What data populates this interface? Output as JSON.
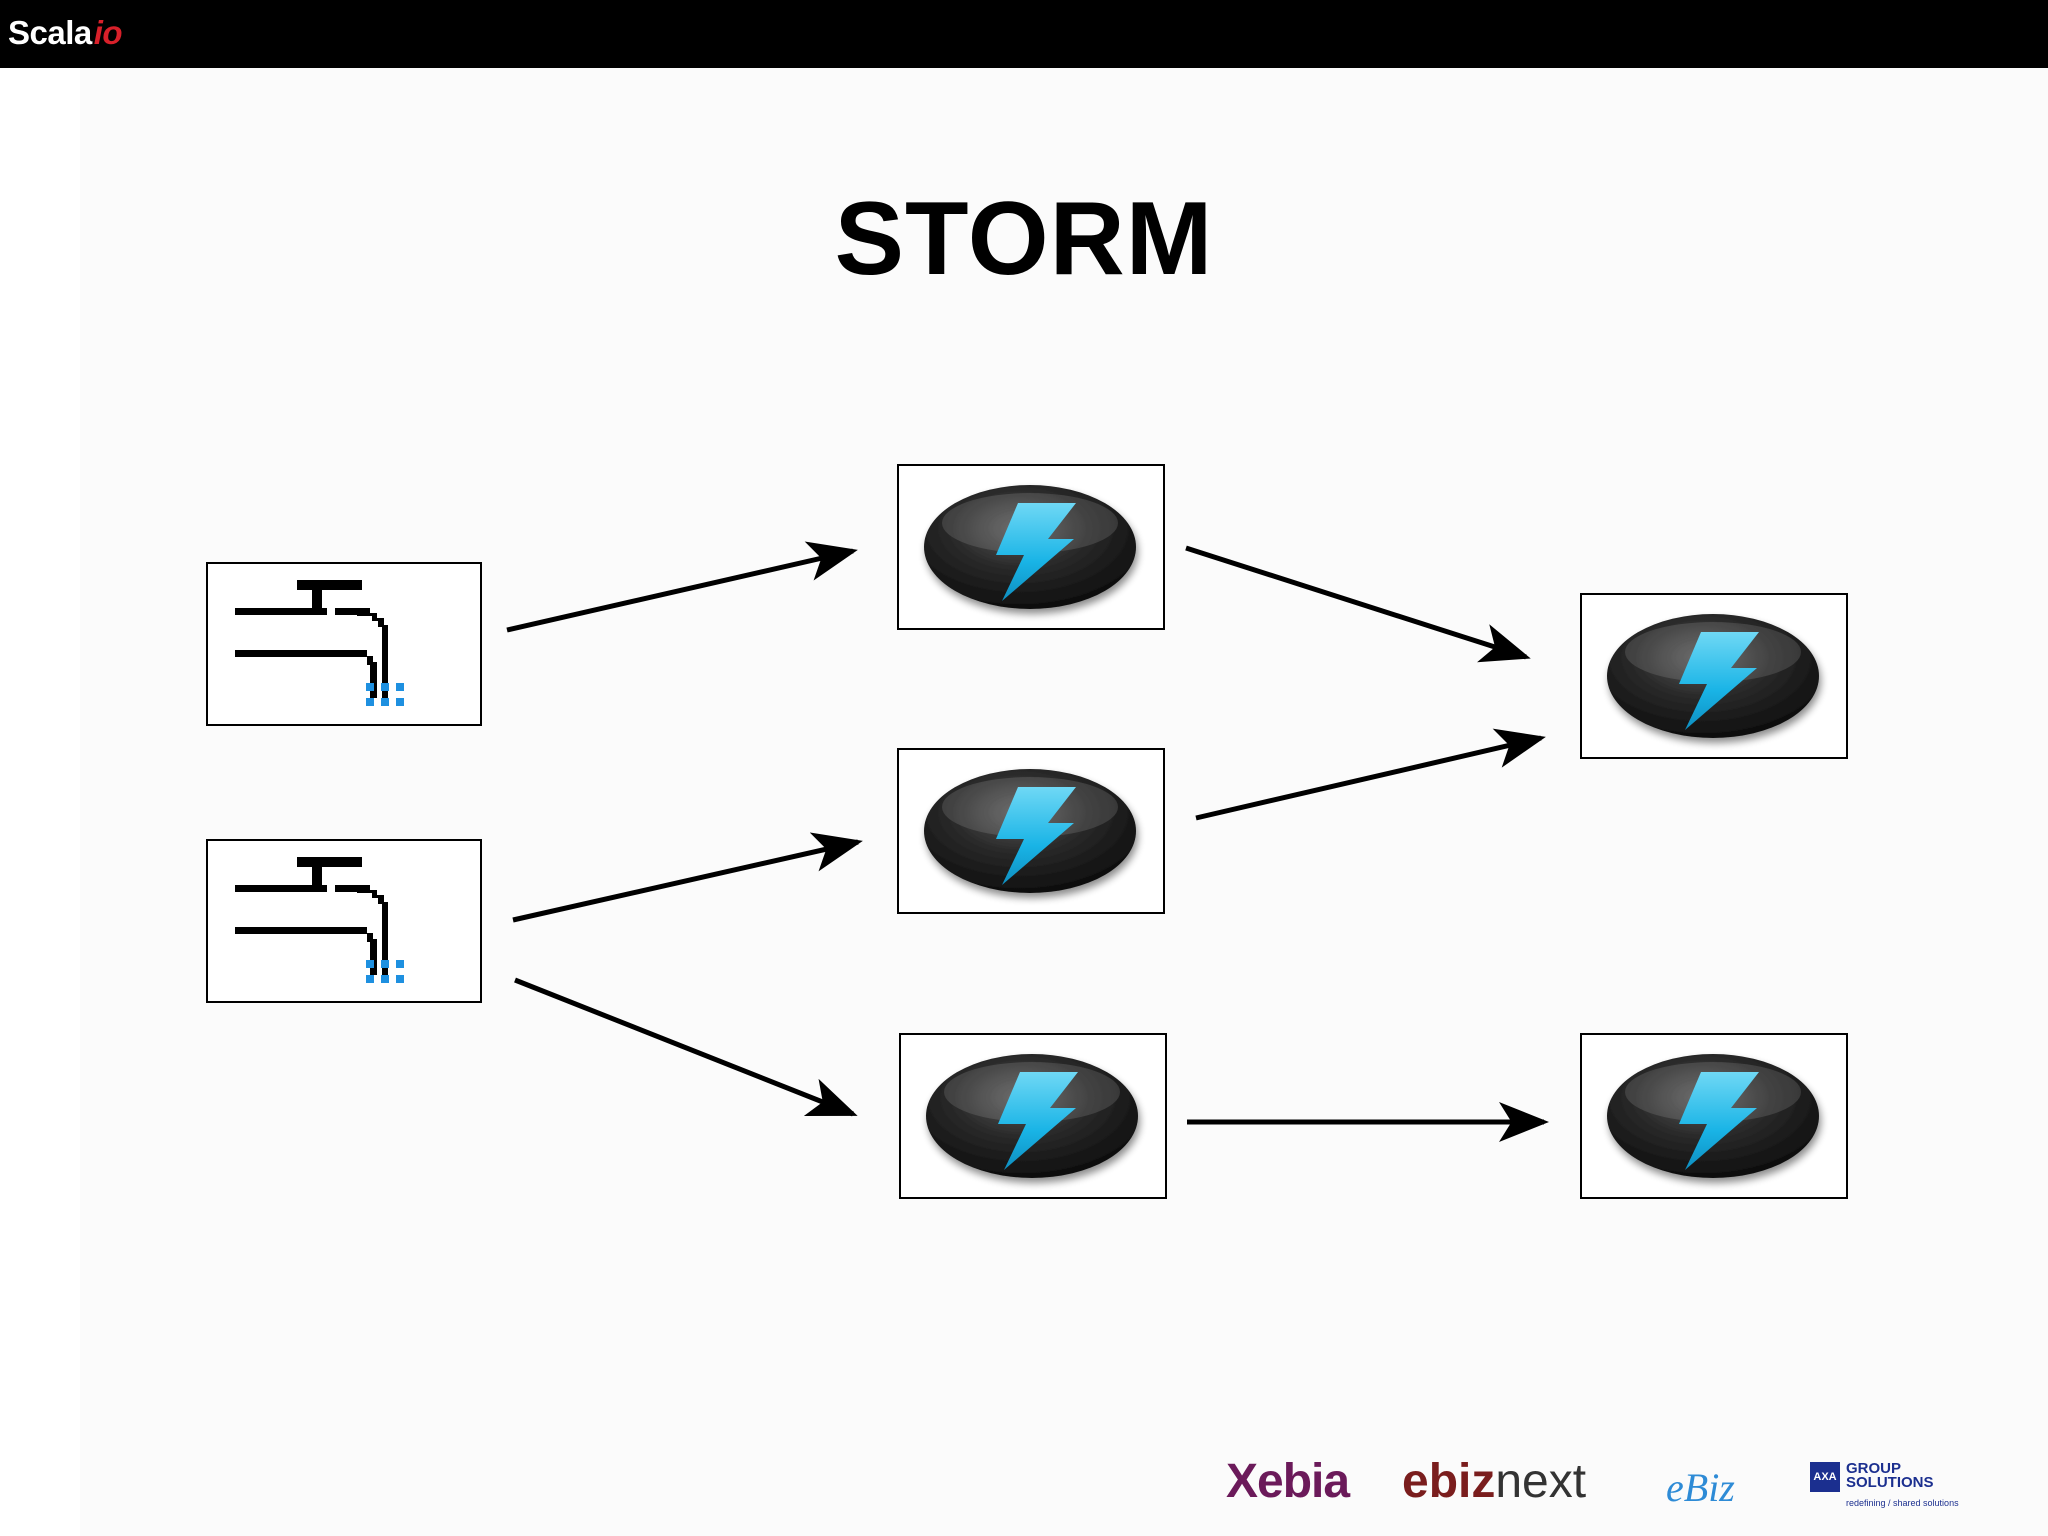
{
  "header": {
    "brand_main": "Scala",
    "brand_accent": "io"
  },
  "slide": {
    "title": "STORM"
  },
  "diagram": {
    "spouts": [
      {
        "icon": "faucet-icon"
      },
      {
        "icon": "faucet-icon"
      }
    ],
    "bolts": [
      {
        "icon": "lightning-bolt-icon"
      },
      {
        "icon": "lightning-bolt-icon"
      },
      {
        "icon": "lightning-bolt-icon"
      },
      {
        "icon": "lightning-bolt-icon"
      },
      {
        "icon": "lightning-bolt-icon"
      }
    ],
    "colors": {
      "bolt_blue": "#1ab8e8",
      "drop_blue": "#1e90e0",
      "arrow": "#000000"
    }
  },
  "footer": {
    "logos": {
      "xebia": "Xebia",
      "ebiznext_bold": "ebiz",
      "ebiznext_light": "next",
      "ebiz": "eBiz",
      "axa_box": "AXA",
      "axa_line1": "GROUP",
      "axa_line2": "SOLUTIONS",
      "axa_tagline": "redefining / shared solutions"
    }
  }
}
